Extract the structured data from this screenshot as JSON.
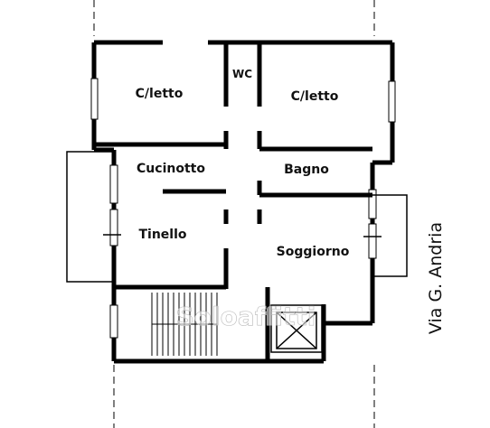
{
  "plan": {
    "rooms": [
      {
        "id": "bedroom-left",
        "label": "C/letto"
      },
      {
        "id": "wc",
        "label": "WC"
      },
      {
        "id": "bedroom-right",
        "label": "C/letto"
      },
      {
        "id": "kitchenette",
        "label": "Cucinotto"
      },
      {
        "id": "bathroom",
        "label": "Bagno"
      },
      {
        "id": "dining",
        "label": "Tinello"
      },
      {
        "id": "living",
        "label": "Soggiorno"
      }
    ],
    "street": "Via G. Andria",
    "watermark": "Soloaffitti"
  }
}
